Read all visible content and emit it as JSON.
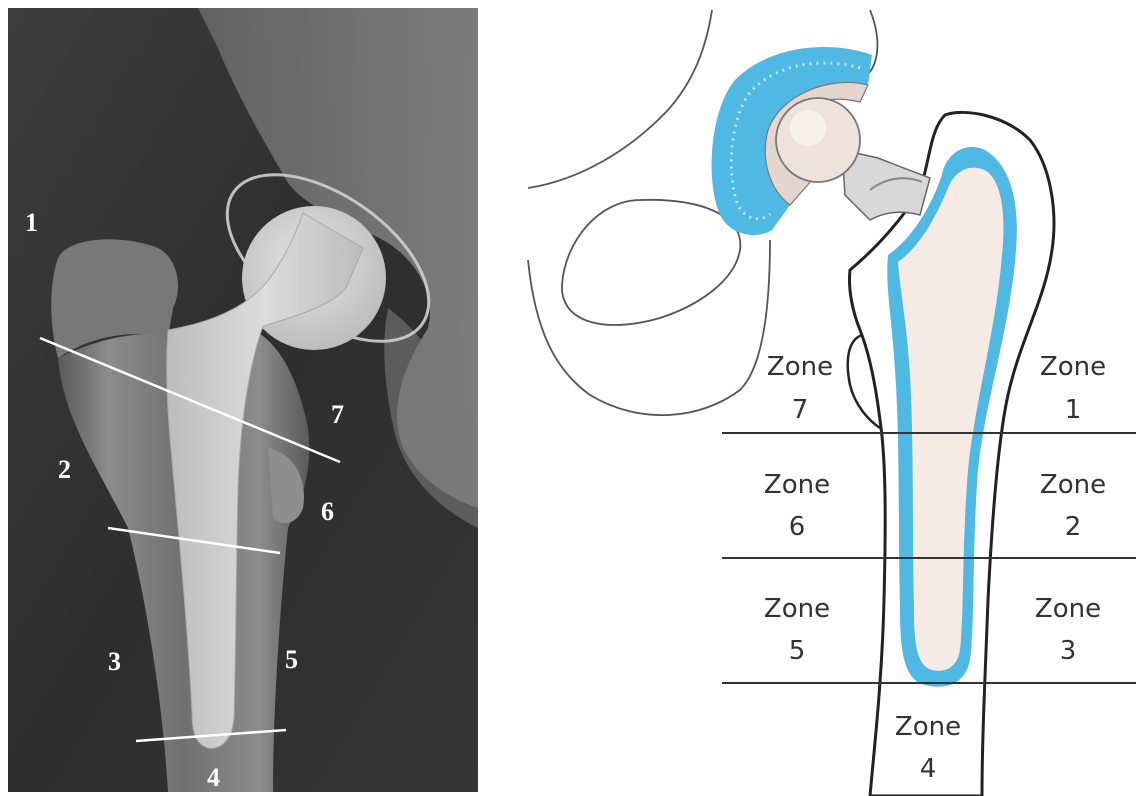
{
  "xray": {
    "labels": [
      "1",
      "2",
      "3",
      "4",
      "5",
      "6",
      "7"
    ]
  },
  "diagram": {
    "zones": [
      {
        "word": "Zone",
        "num": "1"
      },
      {
        "word": "Zone",
        "num": "2"
      },
      {
        "word": "Zone",
        "num": "3"
      },
      {
        "word": "Zone",
        "num": "4"
      },
      {
        "word": "Zone",
        "num": "5"
      },
      {
        "word": "Zone",
        "num": "6"
      },
      {
        "word": "Zone",
        "num": "7"
      }
    ]
  },
  "colors": {
    "cement": "#4fb8e3",
    "bone": "#f6ebe4",
    "outline": "#222222",
    "xray_bg": "#3a3a3a",
    "implant": "#d0d0d0"
  }
}
